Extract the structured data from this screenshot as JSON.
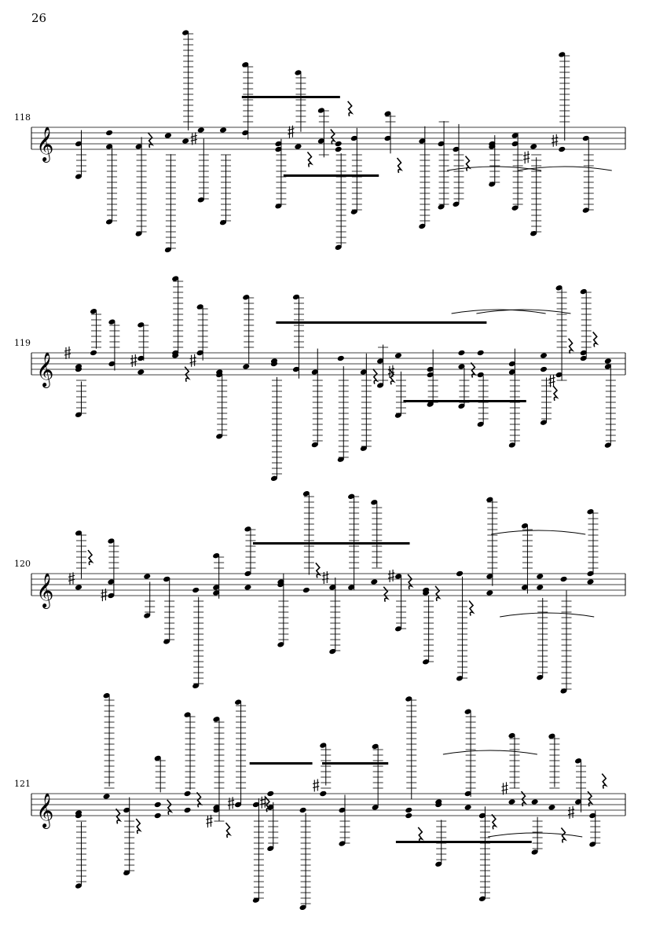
{
  "page_number": "26",
  "systems": [
    {
      "measure_number": "118"
    },
    {
      "measure_number": "119"
    },
    {
      "measure_number": "120"
    },
    {
      "measure_number": "121"
    }
  ],
  "clef": "treble",
  "colors": {
    "ink": "#000000",
    "paper": "#ffffff"
  }
}
